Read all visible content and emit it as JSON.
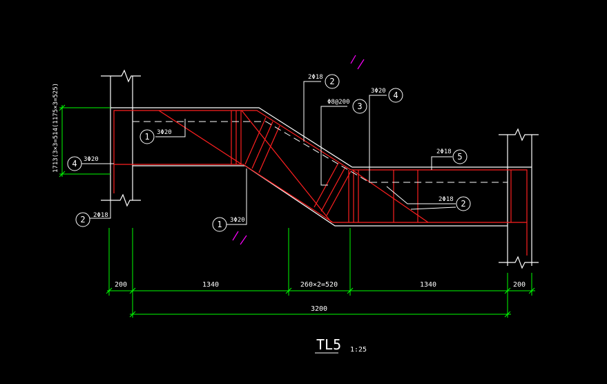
{
  "drawing": {
    "title": "TL5",
    "scale": "1:25",
    "left_height_label": "1713(3×3=514(1175×3=525)",
    "dimensions": {
      "row1": [
        "200",
        "1340",
        "260×2=520",
        "1340",
        "200"
      ],
      "total": "3200"
    },
    "callouts": [
      {
        "num": "1",
        "text": "3Φ20",
        "id": "c1-top"
      },
      {
        "num": "4",
        "text": "3Φ20",
        "id": "c4-left"
      },
      {
        "num": "2",
        "text": "2Φ18",
        "id": "c2-left"
      },
      {
        "num": "1",
        "text": "3Φ20",
        "id": "c1-bottom"
      },
      {
        "num": "2",
        "text": "2Φ18",
        "id": "c2-top"
      },
      {
        "num": "3",
        "text": "Φ8@200",
        "id": "c3"
      },
      {
        "num": "4",
        "text": "3Φ20",
        "id": "c4-right"
      },
      {
        "num": "5",
        "text": "2Φ18",
        "id": "c5"
      },
      {
        "num": "2",
        "text": "2Φ18",
        "id": "c2-right"
      }
    ]
  },
  "colors": {
    "background": "#000000",
    "concrete_outline": "#ffffff",
    "rebar": "#ff2020",
    "dimension": "#00ff00",
    "leader": "#ffffff",
    "section_mark": "#ff00ff"
  }
}
